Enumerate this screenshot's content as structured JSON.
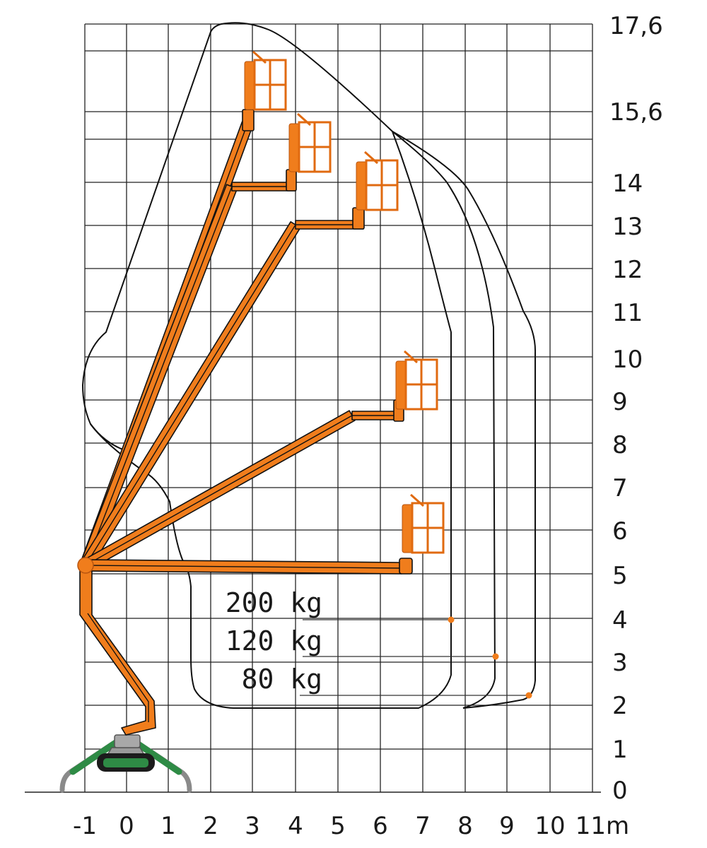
{
  "diagram": {
    "x_unit": "m",
    "x_ticks": [
      "-1",
      "0",
      "1",
      "2",
      "3",
      "4",
      "5",
      "6",
      "7",
      "8",
      "9",
      "10",
      "11m"
    ],
    "y_ticks": [
      "17,6",
      "15,6",
      "14",
      "13",
      "12",
      "11",
      "10",
      "9",
      "8",
      "7",
      "6",
      "5",
      "4",
      "3",
      "2",
      "1",
      "0"
    ],
    "loads": [
      {
        "label": "200 kg",
        "reach_m": 7.7
      },
      {
        "label": "120 kg",
        "reach_m": 8.7
      },
      {
        "label": "80 kg",
        "reach_m": 9.5
      }
    ],
    "colors": {
      "boom": "#f07d1c",
      "track_frame": "#2e8b45",
      "track_grey": "#8a8a8a",
      "load_marker": "#f07d1c",
      "grid": "#222222"
    }
  }
}
